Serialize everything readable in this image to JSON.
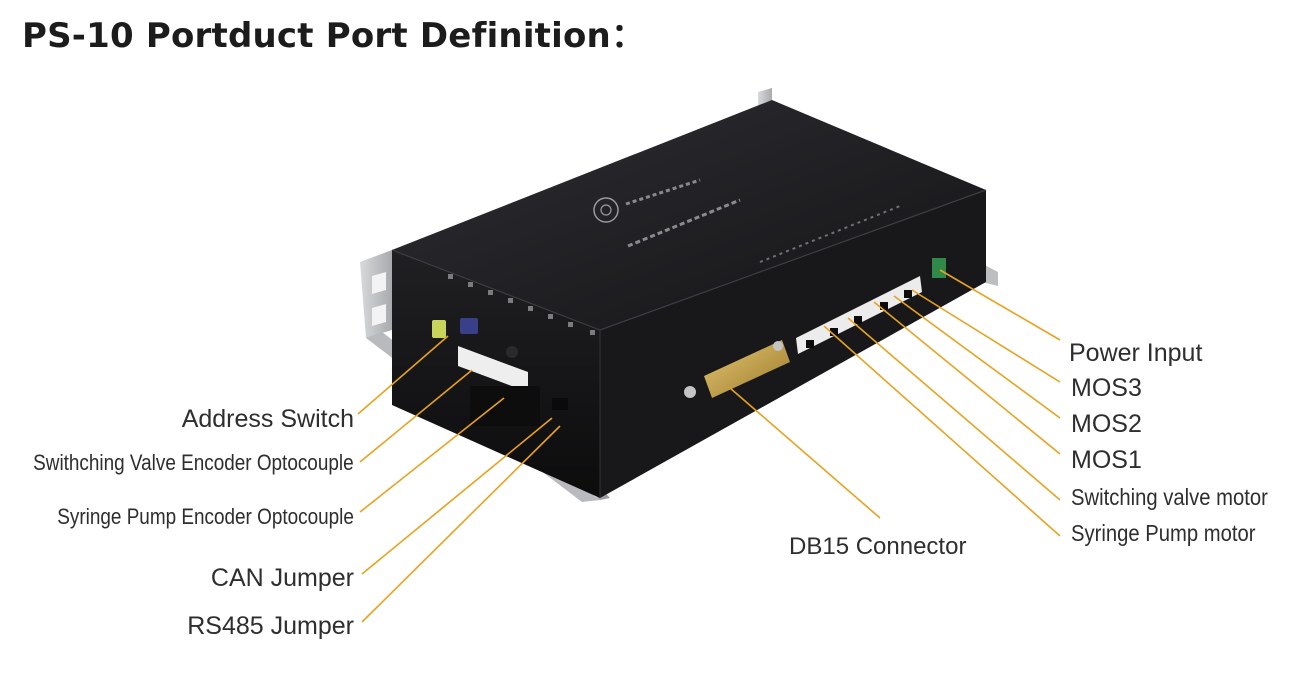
{
  "title": "PS-10 Portduct Port Definition：",
  "accent_color": "#e8a21f",
  "device": {
    "body_color": "#1f1f22",
    "plate_color": "#c9cacc"
  },
  "labels": {
    "address_switch": "Address Switch",
    "valve_encoder": "Swithching Valve Encoder Optocouple",
    "pump_encoder": "Syringe Pump Encoder Optocouple",
    "can_jumper": "CAN Jumper",
    "rs485_jumper": "RS485 Jumper",
    "db15": "DB15 Connector",
    "power_input": "Power Input",
    "mos3": "MOS3",
    "mos2": "MOS2",
    "mos1": "MOS1",
    "valve_motor": "Switching valve motor",
    "pump_motor": "Syringe Pump motor"
  }
}
